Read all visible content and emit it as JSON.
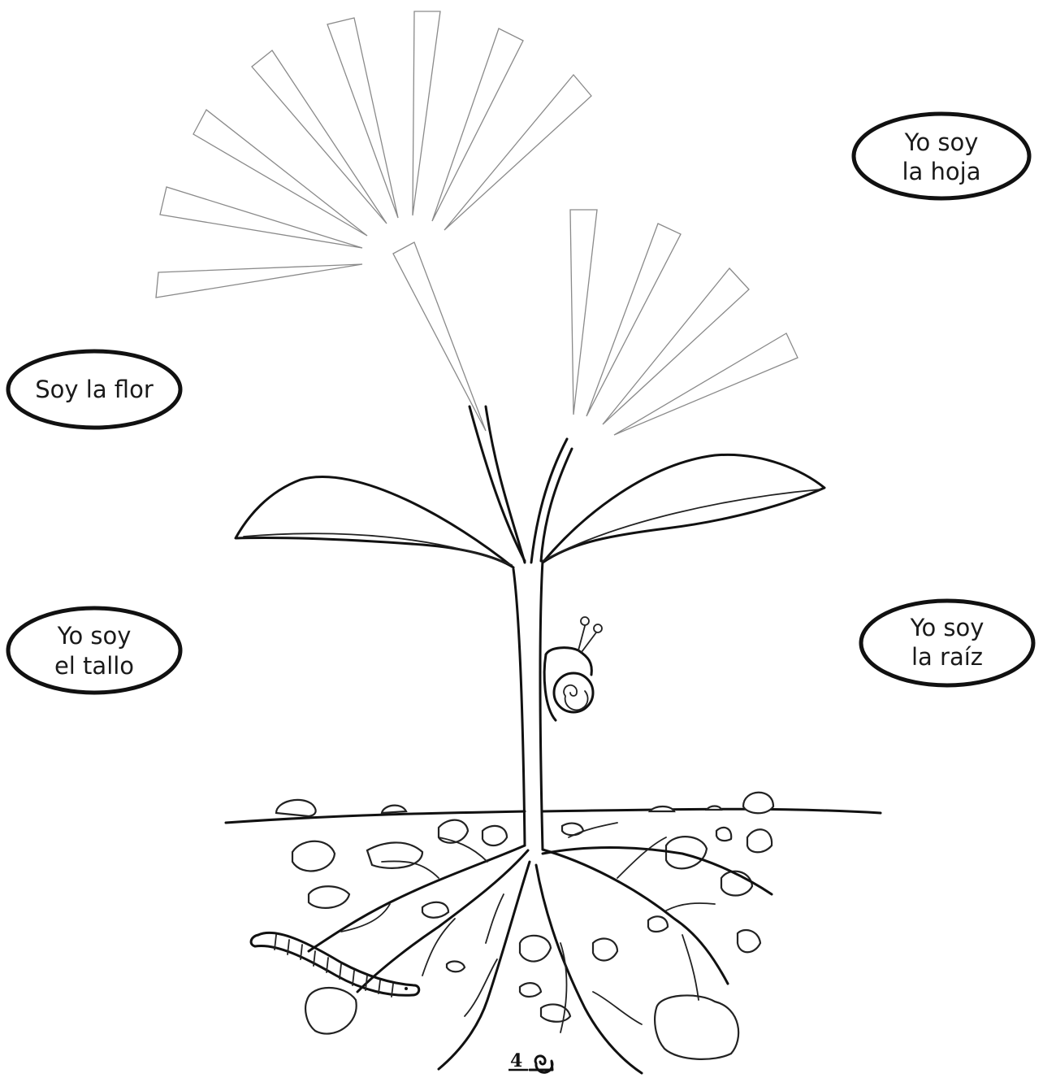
{
  "labels": {
    "flower": "Soy la flor",
    "leaf_line1": "Yo soy",
    "leaf_line2": "la hoja",
    "stem_line1": "Yo soy",
    "stem_line2": "el tallo",
    "root_line1": "Yo soy",
    "root_line2": "la raíz"
  },
  "footer": {
    "page_number": "4"
  },
  "colors": {
    "ink": "#111111",
    "ray_outline": "#8a8a8a",
    "paper": "#ffffff"
  }
}
